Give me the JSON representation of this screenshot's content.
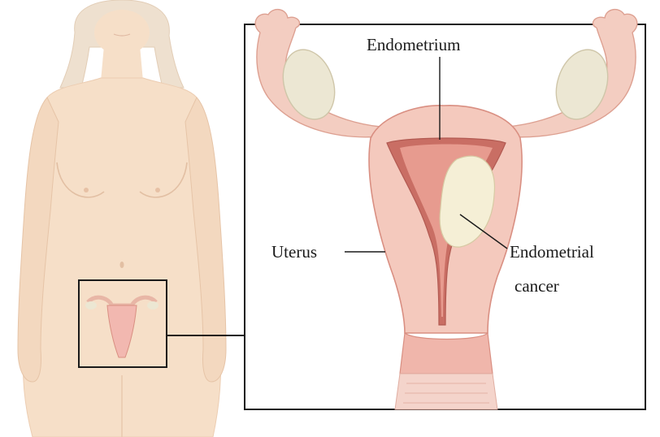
{
  "labels": {
    "endometrium": "Endometrium",
    "uterus": "Uterus",
    "cancer_line1": "Endometrial",
    "cancer_line2": "cancer"
  },
  "colors": {
    "skin": "#f6dfc8",
    "skin_shadow": "#e9c7aa",
    "hair": "#eee0cf",
    "uterus_wall": "#f4c9bd",
    "uterus_dark": "#d98f82",
    "endometrium": "#c96e64",
    "tumor": "#f5efd6",
    "ovary": "#ece7d3",
    "frame": "#1a1a1a"
  }
}
